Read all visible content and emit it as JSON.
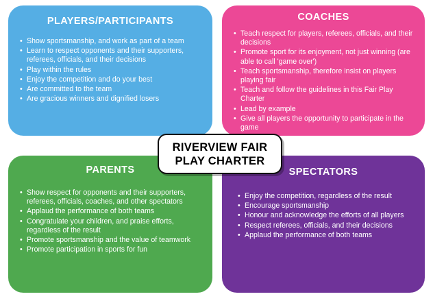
{
  "document": {
    "title": "Riverview Fair Play Charter",
    "center_badge": {
      "line1": "RIVERVIEW FAIR",
      "line2": "PLAY CHARTER"
    }
  },
  "colors": {
    "players": "#55AEE4",
    "coaches": "#EC4896",
    "parents": "#4FA94F",
    "spectators": "#6F3399",
    "text_on_panel": "#FFFFFF",
    "badge_background": "#FFFFFF",
    "badge_border": "#111111",
    "badge_text": "#000000",
    "page_background": "#FFFFFF"
  },
  "panels": {
    "players": {
      "title": "PLAYERS/PARTICIPANTS",
      "items": [
        "Show sportsmanship, and work as part of a team",
        "Learn to respect opponents and their supporters, referees, officials, and their decisions",
        "Play within the rules",
        "Enjoy the competition and do your best",
        "Are committed to the team",
        "Are gracious winners and dignified losers"
      ]
    },
    "coaches": {
      "title": "COACHES",
      "items": [
        "Teach respect for players, referees, officials, and their decisions",
        "Promote sport for its enjoyment, not just winning (are able to call 'game over')",
        "Teach sportsmanship, therefore insist on players playing fair",
        "Teach and follow the guidelines in this Fair Play Charter",
        "Lead by example",
        "Give all players the opportunity to participate in the game"
      ]
    },
    "parents": {
      "title": "PARENTS",
      "items": [
        "Show respect for opponents and their supporters, referees, officials, coaches, and other spectators",
        "Applaud the performance of both teams",
        "Congratulate your children, and praise efforts, regardless of the result",
        "Promote sportsmanship and the value of teamwork",
        "Promote participation in sports for fun"
      ]
    },
    "spectators": {
      "title": "SPECTATORS",
      "items": [
        "Enjoy the competition, regardless of the result",
        "Encourage sportsmanship",
        "Honour and acknowledge the efforts of all players",
        "Respect referees, officials, and their decisions",
        "Applaud the performance of both teams"
      ]
    }
  }
}
